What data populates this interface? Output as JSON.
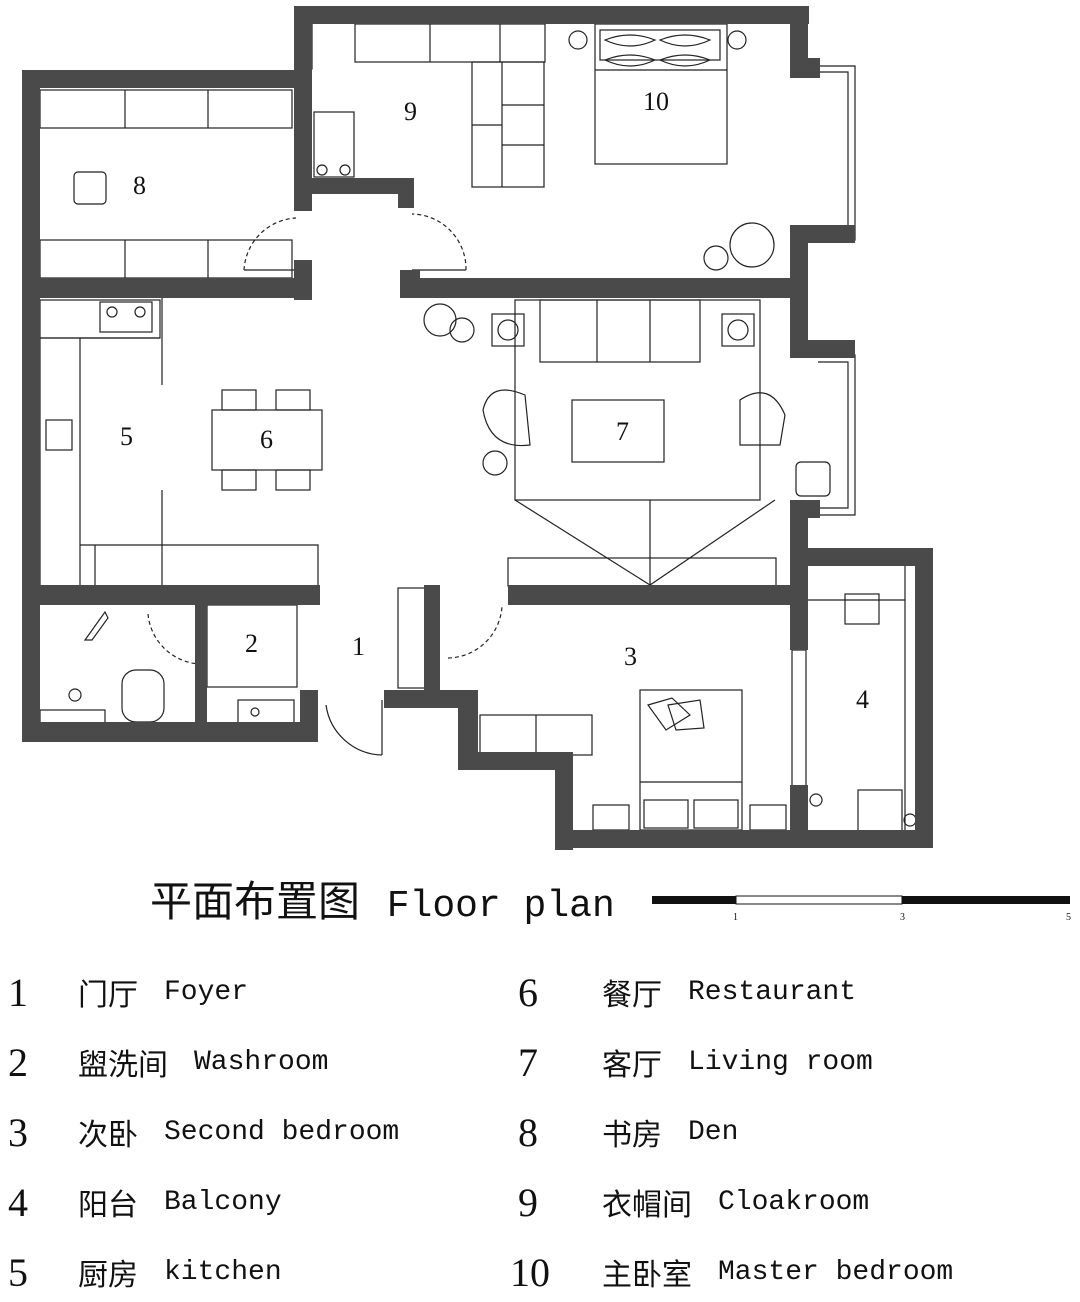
{
  "title": {
    "cn": "平面布置图",
    "en": "Floor plan"
  },
  "scale_bar": {
    "ticks": [
      "1",
      "3",
      "5"
    ]
  },
  "rooms": [
    {
      "num": "1",
      "cn": "门厅",
      "en": "Foyer"
    },
    {
      "num": "2",
      "cn": "盥洗间",
      "en": "Washroom"
    },
    {
      "num": "3",
      "cn": "次卧",
      "en": "Second bedroom"
    },
    {
      "num": "4",
      "cn": "阳台",
      "en": "Balcony"
    },
    {
      "num": "5",
      "cn": "厨房",
      "en": "kitchen"
    },
    {
      "num": "6",
      "cn": "餐厅",
      "en": "Restaurant"
    },
    {
      "num": "7",
      "cn": "客厅",
      "en": "Living room"
    },
    {
      "num": "8",
      "cn": "书房",
      "en": "Den"
    },
    {
      "num": "9",
      "cn": "衣帽间",
      "en": "Cloakroom"
    },
    {
      "num": "10",
      "cn": "主卧室",
      "en": "Master bedroom"
    }
  ],
  "colors": {
    "wall": "#4a4a4a",
    "line": "#222222",
    "background": "#ffffff"
  }
}
